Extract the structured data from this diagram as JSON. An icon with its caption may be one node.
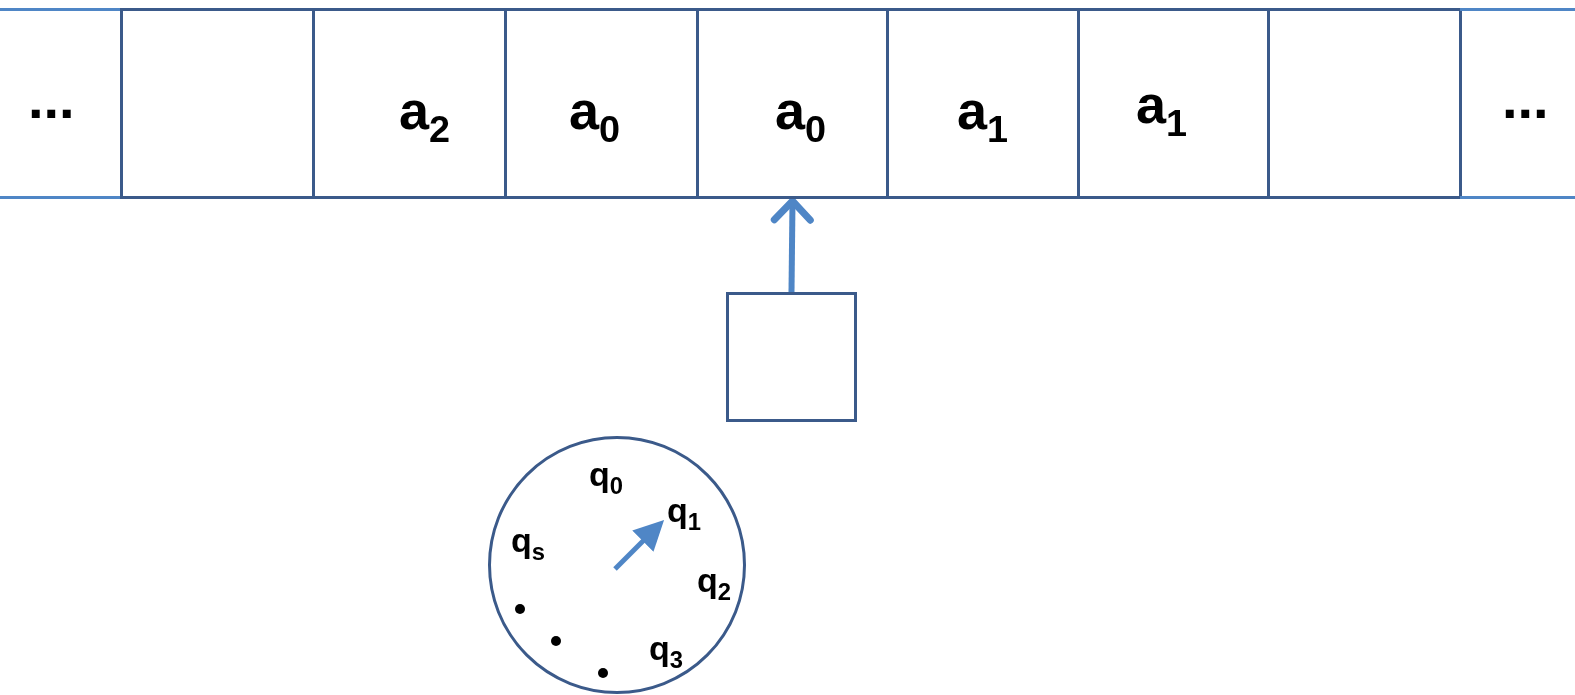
{
  "diagram": {
    "nodes": [
      {
        "text": [
          "..."
        ]
      },
      {
        "text": [],
        "shape": "box"
      },
      {
        "text": [
          "a$_{2}$"
        ]
      },
      {
        "text": [
          "a$_{0}$"
        ]
      },
      {
        "text": [
          "a$_{0}$"
        ]
      },
      {
        "text": [
          "a$_{1}$"
        ]
      },
      {
        "text": [
          "a$_{1}$"
        ]
      },
      {
        "text": [],
        "shape": "box"
      },
      {
        "text": [
          "..."
        ]
      },
      {
        "text": [],
        "shape": "box"
      },
      {
        "text": [
          "q$_{0}$",
          "q$_{1}$",
          "q$_{s}$",
          "q$_{2}$",
          "q$_{3}$"
        ]
      }
    ],
    "edges": [
      {
        "from": 9,
        "to": 4,
        "arrow": "to"
      }
    ]
  }
}
